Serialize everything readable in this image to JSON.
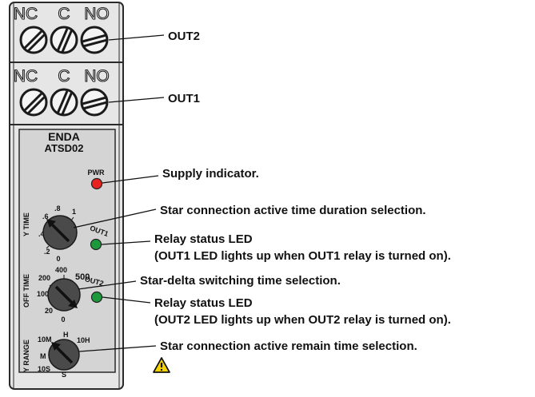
{
  "colors": {
    "body": "#e6e6e6",
    "panel": "#d4d4d4",
    "outline": "#2a2a2a",
    "led_red": "#e8231f",
    "led_green": "#1c9a3b",
    "knob": "#4a4a4a",
    "warning": "#f6d300"
  },
  "terminals": {
    "top": {
      "labels": [
        "NC",
        "C",
        "NO"
      ],
      "output": "OUT2"
    },
    "bottom": {
      "labels": [
        "NC",
        "C",
        "NO"
      ],
      "output": "OUT1"
    }
  },
  "brand": {
    "name": "ENDA",
    "model": "ATSD02"
  },
  "leds": {
    "pwr": {
      "label": "PWR",
      "color": "red"
    },
    "out1": {
      "label": "OUT1",
      "color": "green"
    },
    "out2": {
      "label": "OUT2",
      "color": "green"
    }
  },
  "knobs": {
    "y_time": {
      "side_label": "Y TIME",
      "scale": [
        ".2",
        ".4",
        ".6",
        ".8",
        "1",
        "0"
      ]
    },
    "off_time": {
      "side_label": "OFF TIME",
      "scale": [
        "20",
        "100",
        "200",
        "400",
        "500",
        "0"
      ]
    },
    "y_range": {
      "side_label": "Y RANGE",
      "scale": [
        "10S",
        "M",
        "10M",
        "H",
        "10H",
        "S"
      ]
    }
  },
  "callouts": {
    "supply": "Supply indicator.",
    "star_time": "Star connection active time duration selection.",
    "relay1_title": "Relay status LED",
    "relay1_desc": "(OUT1 LED lights up when OUT1 relay is turned on).",
    "switch_time": "Star-delta switching time selection.",
    "relay2_title": "Relay status LED",
    "relay2_desc": "(OUT2 LED lights up when OUT2 relay is turned on).",
    "remain_time": "Star connection active remain time selection."
  },
  "warning_icon": "warning-triangle-icon"
}
